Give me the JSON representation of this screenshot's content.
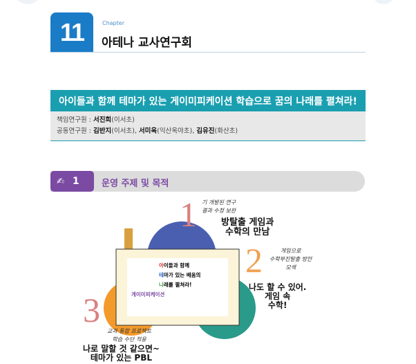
{
  "chapter": {
    "number": "11",
    "label": "Chapter",
    "title": "아테나 교사연구회"
  },
  "banner": {
    "text": "아이들과 함께 테마가 있는 게이미피케이션 학습으로 꿈의 나래를 펼쳐라!"
  },
  "members": {
    "lead_label": "책임연구원 : ",
    "lead_name": "서진희",
    "lead_school": "(이서초)",
    "co_label": "공동연구원 : ",
    "co": [
      {
        "name": "김반지",
        "school": "(이서초), "
      },
      {
        "name": "서미옥",
        "school": "(익산옥야초), "
      },
      {
        "name": "김유진",
        "school": "(화산초)"
      }
    ]
  },
  "section": {
    "number": "1",
    "title": "운영 주제 및 목적",
    "icon": "research-icon"
  },
  "illustration": {
    "item1": {
      "number": "1",
      "note": "기 개발된 연구\n결과 수정 보완",
      "title": "방탈출 게임과\n수학의 만남"
    },
    "item2": {
      "number": "2",
      "note": "게임으로\n수학부진탈출 방안\n모색",
      "title": "나도 할 수 있어.\n게임 속\n수학!"
    },
    "item3": {
      "number": "3",
      "note": "교과 통합 프로젝트\n학습 수단 적용",
      "title": "나로 말할 것 같으면~\n테마가 있는 PBL"
    },
    "board": {
      "line1_initial": "아",
      "line1": "이들과 함께",
      "line2_initial": "테",
      "line2": "마가 있는 배움의",
      "line3_initial": "나",
      "line3": "래를 펼쳐라!",
      "footer": "게이미피케이션"
    }
  },
  "colors": {
    "chapter": "#1a7cc7",
    "banner": "#1a9fb0",
    "section": "#7b4aa3"
  }
}
